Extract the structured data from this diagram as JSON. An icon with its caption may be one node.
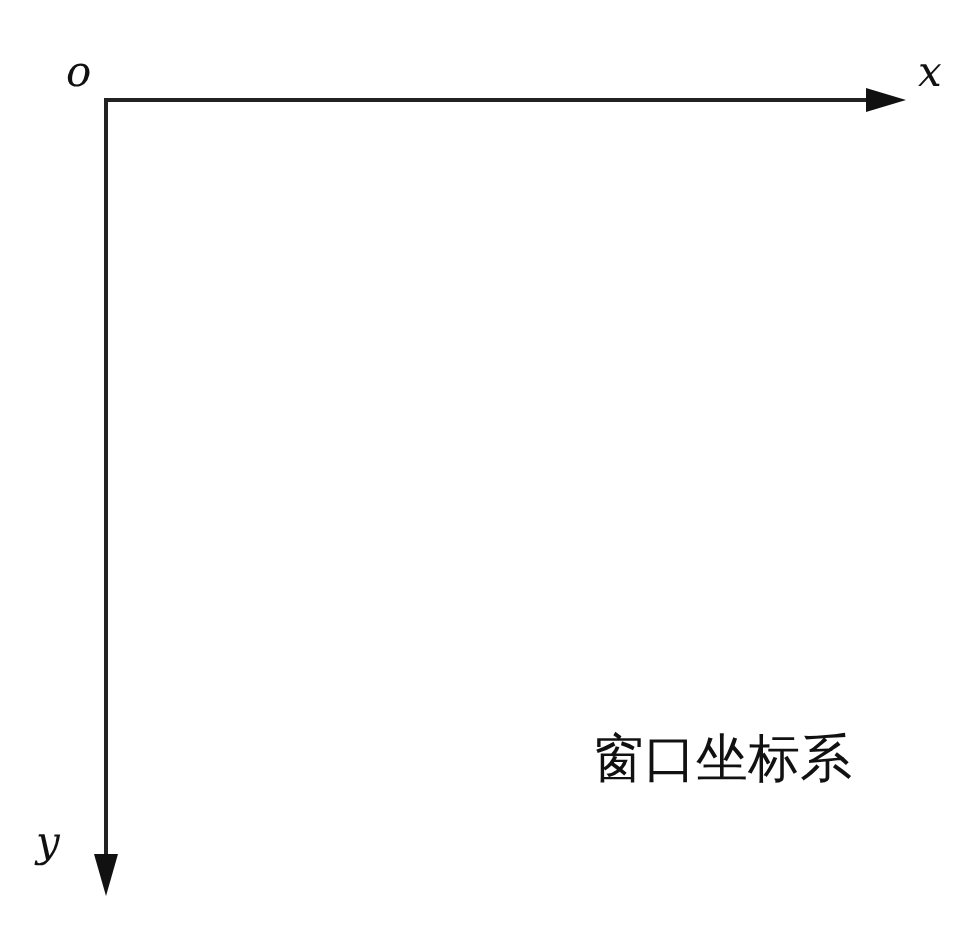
{
  "diagram": {
    "labels": [
      "o",
      "x",
      "窗口坐标系",
      "y"
    ]
  }
}
